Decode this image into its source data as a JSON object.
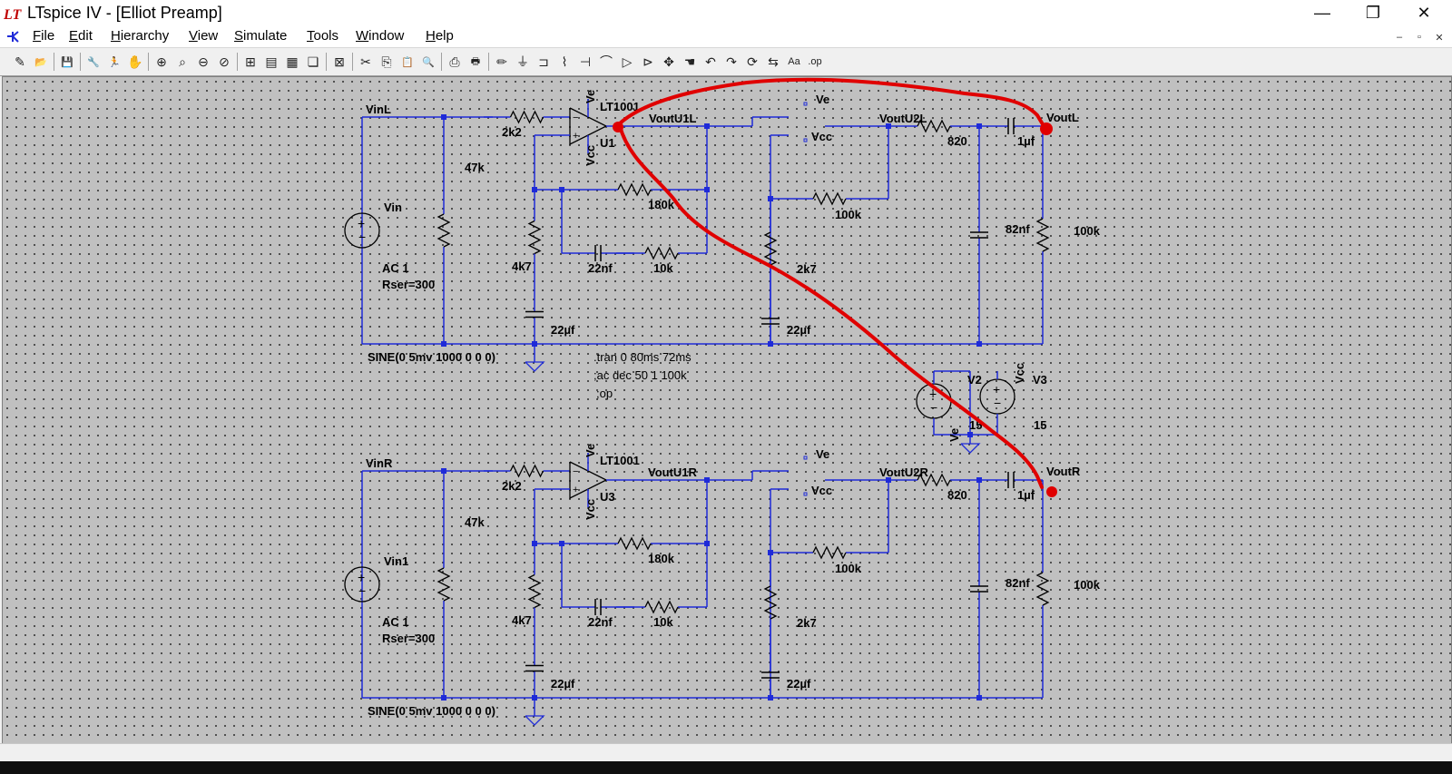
{
  "window": {
    "title": "LTspice IV - [Elliot Preamp]",
    "minimize_glyph": "—",
    "maximize_glyph": "❐",
    "close_glyph": "✕"
  },
  "menu": [
    "File",
    "Edit",
    "Hierarchy",
    "View",
    "Simulate",
    "Tools",
    "Window",
    "Help"
  ],
  "mdi_controls": [
    "–",
    "▫",
    "✕"
  ],
  "toolbar_icons": [
    "new-schematic-icon",
    "open-icon",
    "save-icon",
    "control-panel-icon",
    "run-icon",
    "halt-icon",
    "zoom-in-icon",
    "zoom-pan-icon",
    "zoom-out-icon",
    "zoom-cancel-icon",
    "autorange-icon",
    "tile-icon",
    "tile-horizontal-icon",
    "cascade-icon",
    "close-all-icon",
    "cut-icon",
    "copy-icon",
    "paste-icon",
    "find-icon",
    "print-setup-icon",
    "print-icon",
    "draw-wire-icon",
    "ground-icon",
    "label-net-icon",
    "resistor-icon",
    "capacitor-icon",
    "inductor-icon",
    "diode-icon",
    "component-icon",
    "move-icon",
    "drag-icon",
    "undo-icon",
    "redo-icon",
    "rotate-icon",
    "mirror-icon",
    "text-icon",
    "spice-directive-icon"
  ],
  "toolbar_glyphs": [
    "✎",
    "📂",
    "💾",
    "🔧",
    "🏃",
    "✋",
    "⊕",
    "⌕",
    "⊖",
    "⊘",
    "⊞",
    "▤",
    "▦",
    "❏",
    "⊠",
    "✂",
    "⎘",
    "📋",
    "🔍",
    "⎙",
    "🖶",
    "✏",
    "⏚",
    "⊐",
    "⌇",
    "⊣",
    "⌒",
    "▷",
    "⊳",
    "✥",
    "☚",
    "↶",
    "↷",
    "⟳",
    "⇆",
    "Aa",
    ".op"
  ],
  "colors": {
    "wire": "#1f2bd8",
    "junction": "#1f2bd8",
    "annotation": "#e00000",
    "canvas": "#c0c0c0"
  },
  "schematic": {
    "top": {
      "input_net": "VinL",
      "r_in": "2k2",
      "r_shunt": "47k",
      "source": "Vin",
      "source_ac": "AC 1",
      "source_rser": "Rser=300",
      "source_sine": "SINE(0 5mv 1000 0 0 0)",
      "opamp_model": "LT1001",
      "opamp_ref": "U1",
      "opamp_ve": "Ve",
      "opamp_vcc": "Vcc",
      "out1_net": "VoutU1L",
      "r_fb": "180k",
      "c_fb": "22nf",
      "r_fb2": "10k",
      "r_gnd": "4k7",
      "c_gnd": "22µf",
      "u2_ve": "Ve",
      "u2_vcc": "Vcc",
      "u2_rfb": "100k",
      "u2_rgnd": "2k7",
      "u2_cgnd": "22µf",
      "out2_net": "VoutU2L",
      "r_out": "820",
      "c_out": "1µf",
      "c_shunt": "82nf",
      "r_load": "100k",
      "out_net": "VoutL"
    },
    "bottom": {
      "input_net": "VinR",
      "r_in": "2k2",
      "r_shunt": "47k",
      "source": "Vin1",
      "source_ac": "AC 1",
      "source_rser": "Rser=300",
      "source_sine": "SINE(0 5mv 1000 0 0 0)",
      "opamp_model": "LT1001",
      "opamp_ref": "U3",
      "opamp_ve": "Ve",
      "opamp_vcc": "Vcc",
      "out1_net": "VoutU1R",
      "r_fb": "180k",
      "c_fb": "22nf",
      "r_fb2": "10k",
      "r_gnd": "4k7",
      "c_gnd": "22µf",
      "u2_ve": "Ve",
      "u2_vcc": "Vcc",
      "u2_rfb": "100k",
      "u2_rgnd": "2k7",
      "u2_cgnd": "22µf",
      "out2_net": "VoutU2R",
      "r_out": "820",
      "c_out": "1µf",
      "c_shunt": "82nf",
      "r_load": "100k",
      "out_net": "VoutR"
    },
    "directives": [
      ".tran 0 80ms 72ms",
      ";ac dec 50 1 100k",
      ";op"
    ],
    "supplies": {
      "v2_name": "V2",
      "v2_value": "15",
      "v2_net": "Ve",
      "v3_name": "V3",
      "v3_value": "15",
      "v3_net": "Vcc"
    }
  }
}
